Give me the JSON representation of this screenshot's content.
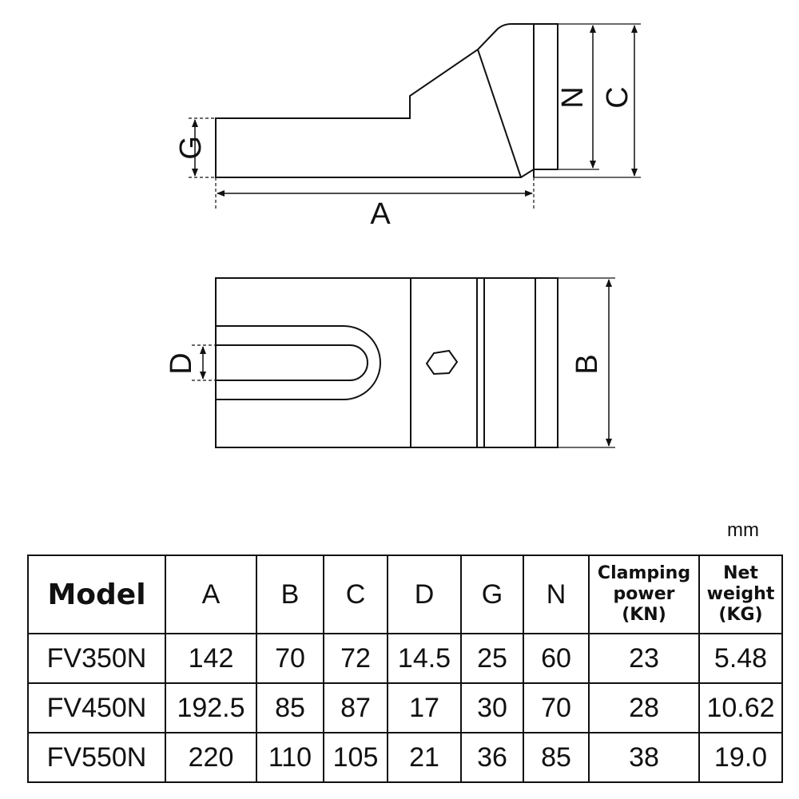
{
  "drawing": {
    "labels": {
      "G": "G",
      "A": "A",
      "N": "N",
      "C": "C",
      "D": "D",
      "B": "B"
    }
  },
  "unit": "mm",
  "table": {
    "headers": {
      "model": "Model",
      "a": "A",
      "b": "B",
      "c": "C",
      "d": "D",
      "g": "G",
      "n": "N",
      "clamping": [
        "Clamping",
        "power",
        "(KN)"
      ],
      "weight": [
        "Net",
        "weight",
        "(KG)"
      ]
    },
    "rows": [
      [
        "FV350N",
        "142",
        "70",
        "72",
        "14.5",
        "25",
        "60",
        "23",
        "5.48"
      ],
      [
        "FV450N",
        "192.5",
        "85",
        "87",
        "17",
        "30",
        "70",
        "28",
        "10.62"
      ],
      [
        "FV550N",
        "220",
        "110",
        "105",
        "21",
        "36",
        "85",
        "38",
        "19.0"
      ]
    ]
  }
}
